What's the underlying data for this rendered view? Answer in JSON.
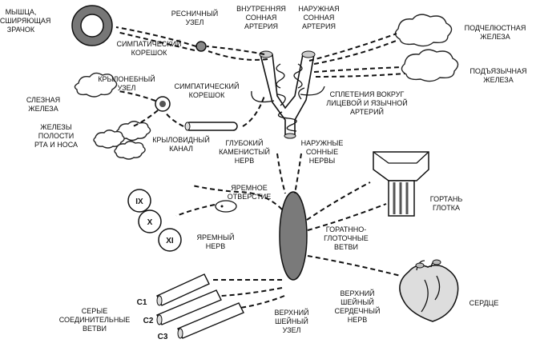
{
  "labels": {
    "pupil_muscle": [
      "МЫШЦА,",
      "РАСШИРЯЮЩАЯ",
      "ЗРАЧОК"
    ],
    "ciliary_node": [
      "РЕСНИЧНЫЙ",
      "УЗЕЛ"
    ],
    "sympathetic_root_top": [
      "СИМПАТИЧЕСКИЙ",
      "КОРЕШОК"
    ],
    "internal_carotid": [
      "ВНУТРЕННЯЯ",
      "СОННАЯ",
      "АРТЕРИЯ"
    ],
    "external_carotid": [
      "НАРУЖНАЯ",
      "СОННАЯ",
      "АРТЕРИЯ"
    ],
    "submandibular_gland": [
      "ПОДЧЕЛЮСТНАЯ",
      "ЖЕЛЕЗА"
    ],
    "sublingual_gland": [
      "ПОДЪЯЗЫЧНАЯ",
      "ЖЕЛЕЗА"
    ],
    "pterygopalatine_node": [
      "КРЫЛОНЕБНЫЙ",
      "УЗЕЛ"
    ],
    "sympathetic_root_mid": [
      "СИМПАТИЧЕСКИЙ",
      "КОРЕШОК"
    ],
    "plexus": [
      "СПЛЕТЕНИЯ ВОКРУГ",
      "ЛИЦЕВОЙ И ЯЗЫЧНОЙ",
      "АРТЕРИЙ"
    ],
    "lacrimal_gland": [
      "СЛЕЗНАЯ",
      "ЖЕЛЕЗА"
    ],
    "cavity_glands": [
      "ЖЕЛЕЗЫ",
      "ПОЛОСТИ",
      "РТА И НОСА"
    ],
    "pterygoid_canal": [
      "КРЫЛОВИДНЫЙ",
      "КАНАЛ"
    ],
    "deep_petrosal": [
      "ГЛУБОКИЙ",
      "КАМЕНИСТЫЙ",
      "НЕРВ"
    ],
    "external_carotid_nerves": [
      "НАРУЖНЫЕ",
      "СОННЫЕ",
      "НЕРВЫ"
    ],
    "jugular_foramen": [
      "ЯРЕМНОЕ",
      "ОТВЕРСТИЕ"
    ],
    "larynx": [
      "ГОРТАНЬ",
      "ГЛОТКА"
    ],
    "jugular_nerve": [
      "ЯРЕМНЫЙ",
      "НЕРВ"
    ],
    "laryngopharyngeal": [
      "ГОРАТННО-",
      "ГЛОТОЧНЫЕ",
      "ВЕТВИ"
    ],
    "upper_cardiac": [
      "ВЕРХНИЙ",
      "ШЕЙНЫЙ",
      "СЕРДЕЧНЫЙ",
      "НЕРВ"
    ],
    "heart": "СЕРДЦЕ",
    "gray_branches": [
      "СЕРЫЕ",
      "СОЕДИНИТЕЛЬНЫЕ",
      "ВЕТВИ"
    ],
    "superior_cervical": [
      "ВЕРХНИЙ",
      "ШЕЙНЫЙ",
      "УЗЕЛ"
    ]
  },
  "cranial_nerves": [
    "IX",
    "X",
    "XI"
  ],
  "cervical": [
    "C1",
    "C2",
    "C3"
  ]
}
